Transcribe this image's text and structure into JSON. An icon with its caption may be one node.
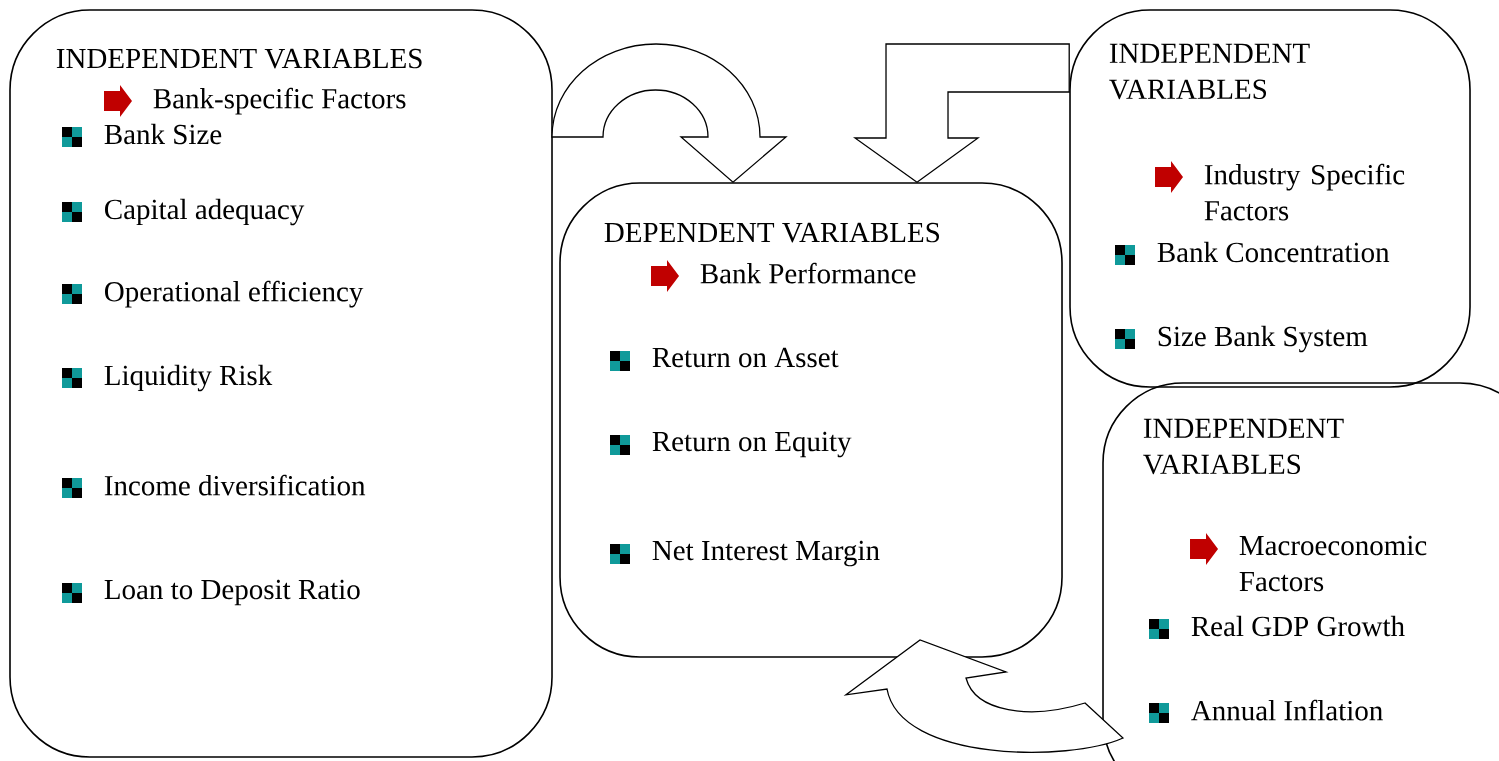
{
  "diagram": {
    "nodes": [
      {
        "text": [
          "INDEPENDENT VARIABLES",
          "Bank-specific Factors",
          "Bank Size",
          "Capital adequacy",
          "Operational efficiency",
          "Liquidity Risk",
          "Income diversification",
          "Loan to Deposit Ratio"
        ]
      },
      {
        "text": [
          "DEPENDENT VARIABLES",
          "Bank Performance",
          "Return on Asset",
          "Return on Equity",
          "Net Interest Margin"
        ]
      },
      {
        "text": [
          "INDEPENDENT VARIABLES",
          "Industry Specific Factors",
          "Bank Concentration",
          "Size Bank System"
        ]
      },
      {
        "text": [
          "INDEPENDENT VARIABLES",
          "Macroeconomic Factors",
          "Real GDP Growth",
          "Annual Inflation"
        ]
      }
    ],
    "edges": [
      {
        "from": 0,
        "to": 1,
        "arrow": "to"
      },
      {
        "from": 2,
        "to": 1,
        "arrow": "to"
      },
      {
        "from": 3,
        "to": 1,
        "arrow": "to"
      }
    ]
  }
}
